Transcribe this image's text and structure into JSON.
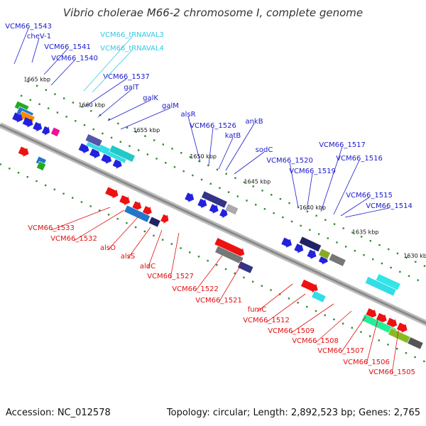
{
  "title": "Vibrio cholerae M66-2 chromosome I, complete genome",
  "footer": {
    "accession": "Accession: NC_012578",
    "topology": "Topology: circular; Length: 2,892,523 bp; Genes: 2,765"
  },
  "colors": {
    "forward_label": "#1a1acc",
    "reverse_label": "#e01010",
    "rna_label": "#33c8e6",
    "backbone": "#8a8a8a",
    "tick": "#2e8b2e"
  },
  "ticks": [
    "1665 kbp",
    "1660 kbp",
    "1655 kbp",
    "1650 kbp",
    "1645 kbp",
    "1640 kbp",
    "1635 kbp",
    "1630 kbp"
  ],
  "labels_top": [
    "VCM66_1543",
    "cheV-1",
    "VCM66_1541",
    "VCM66_1540",
    "VCM66_1537",
    "galT",
    "galK",
    "galM",
    "alsR",
    "VCM66_1526",
    "katB",
    "ankB",
    "sodC",
    "VCM66_1520",
    "VCM66_1519",
    "VCM66_1517",
    "VCM66_1516",
    "VCM66_1515",
    "VCM66_1514"
  ],
  "labels_rna": [
    "VCM66_tRNAVAL3",
    "VCM66_tRNAVAL4"
  ],
  "labels_bottom": [
    "VCM66_1533",
    "VCM66_1532",
    "alsO",
    "alsS",
    "aldC",
    "VCM66_1527",
    "VCM66_1522",
    "VCM66_1521",
    "fumC",
    "VCM66_1512",
    "VCM66_1509",
    "VCM66_1508",
    "VCM66_1507",
    "VCM66_1506",
    "VCM66_1505"
  ]
}
